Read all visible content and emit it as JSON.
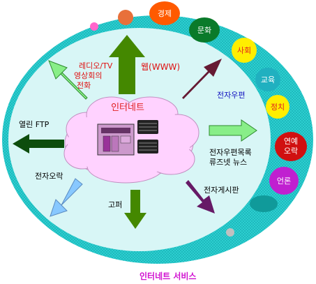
{
  "diagram": {
    "center_title": "인터네트",
    "caption": "인터네트 서비스",
    "arrows": [
      {
        "id": "radio",
        "label_lines": [
          "레디오/TV",
          "영상회의",
          "전화"
        ],
        "color": "#e01010"
      },
      {
        "id": "web",
        "label": "웹(WWW)",
        "color": "#e01010"
      },
      {
        "id": "email",
        "label": "전자우편",
        "color": "#1010c0"
      },
      {
        "id": "ftp",
        "label": "열린 FTP",
        "color": "#000000"
      },
      {
        "id": "mailing",
        "label_lines": [
          "전자우편목록",
          "류즈넷 뉴스"
        ],
        "color": "#000000"
      },
      {
        "id": "game",
        "label": "전자오락",
        "color": "#000000"
      },
      {
        "id": "gopher",
        "label": "고퍼",
        "color": "#000000"
      },
      {
        "id": "bbs",
        "label": "전자게시판",
        "color": "#000000"
      }
    ],
    "topics": [
      {
        "id": "economy",
        "label": "경제",
        "fill": "#ff5a00",
        "text_color": "#ffffff"
      },
      {
        "id": "culture",
        "label": "문화",
        "fill": "#0a7a2a",
        "text_color": "#ffffff"
      },
      {
        "id": "society",
        "label": "사회",
        "fill": "#ffee00",
        "text_color": "#e02020"
      },
      {
        "id": "education",
        "label": "교육",
        "fill": "#20b0c0",
        "text_color": "#ffffff"
      },
      {
        "id": "politics",
        "label": "정치",
        "fill": "#ffee00",
        "text_color": "#e02020"
      },
      {
        "id": "entertainment",
        "label_lines": [
          "연예",
          "오락"
        ],
        "fill": "#d01010",
        "text_color": "#ffffff"
      },
      {
        "id": "press",
        "label": "언론",
        "fill": "#c020d0",
        "text_color": "#ffffff"
      }
    ],
    "colors": {
      "outer_ellipse": "#33d6d6",
      "inner_ellipse": "#d8f6f6",
      "cloud": "#ffd2ff",
      "web_arrow": "#448800",
      "radio_arrow": "#88ee88",
      "email_arrow": "#661a33",
      "ftp_arrow": "#0d4d0d",
      "mailing_arrow": "#88ee88",
      "game_arrow": "#88c8ff",
      "gopher_arrow": "#448800",
      "bbs_arrow": "#661a66"
    }
  }
}
